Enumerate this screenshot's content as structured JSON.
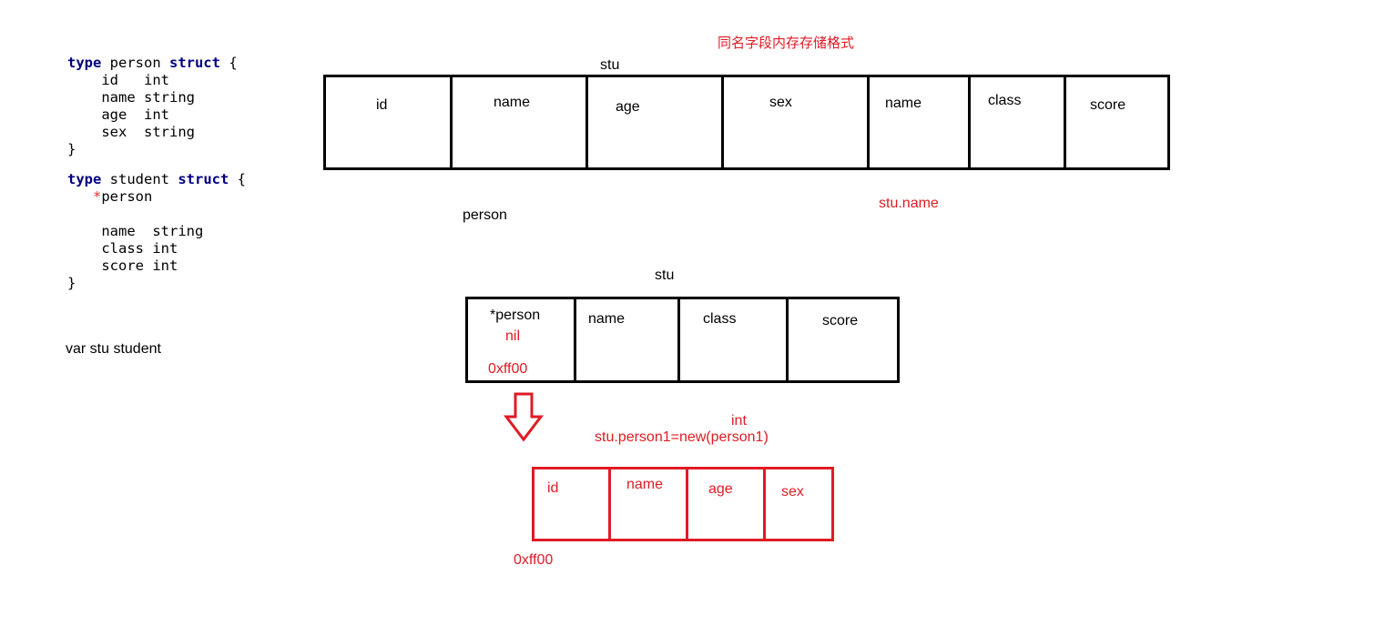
{
  "code": {
    "person_struct": {
      "open": [
        "type",
        " person ",
        "struct",
        " {"
      ],
      "fields": [
        "id   int",
        "name string",
        "age  int",
        "sex  string"
      ],
      "close": "}"
    },
    "student_struct": {
      "open": [
        "type",
        " student ",
        "struct",
        " {"
      ],
      "embed_star": "*",
      "embed_name": "person",
      "fields": [
        "name  string",
        "class int",
        "score int"
      ],
      "close": "}"
    },
    "var_decl": "var stu student"
  },
  "title": "同名字段内存存储格式",
  "top_table": {
    "label": "stu",
    "cells": [
      "id",
      "name",
      "age",
      "sex",
      "name",
      "class",
      "score"
    ]
  },
  "person_label": "person",
  "stu_name_label": "stu.name",
  "mid_table": {
    "label": "stu",
    "first_cell": {
      "name": "*person",
      "value": "nil",
      "address": "0xff00"
    },
    "cells": [
      "name",
      "class",
      "score"
    ]
  },
  "int_label": "int",
  "new_expr": "stu.person1=new(person1)",
  "bottom_table": {
    "cells": [
      "id",
      "name",
      "age",
      "sex"
    ],
    "address": "0xff00"
  },
  "colors": {
    "red": "#e01b24",
    "keyword": "#000080",
    "black": "#000000"
  }
}
